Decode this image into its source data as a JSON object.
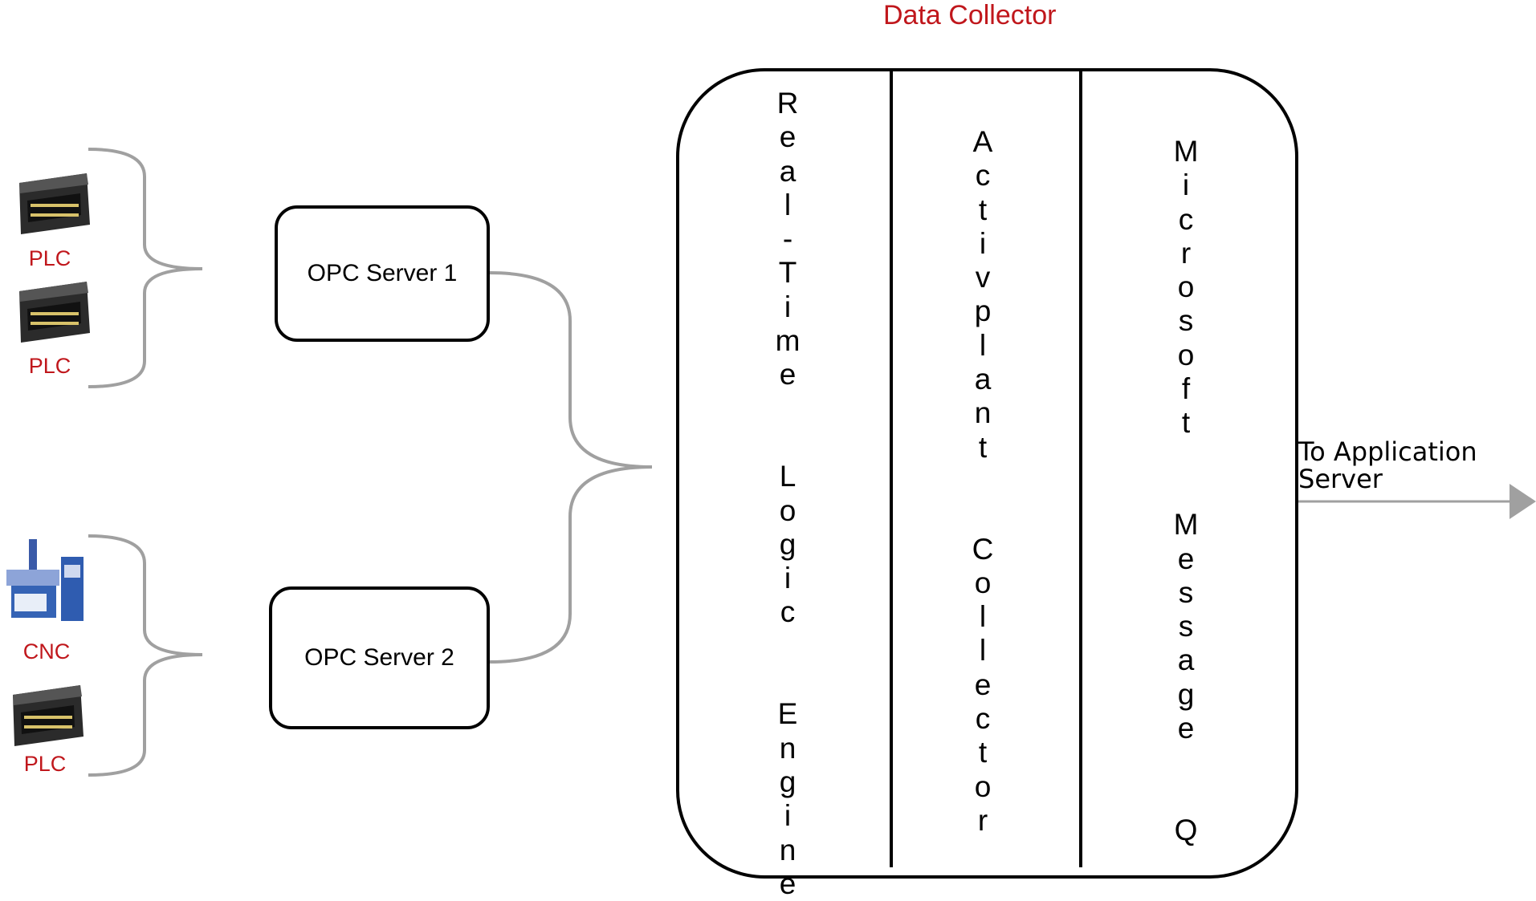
{
  "title": "Data Collector",
  "devices": [
    {
      "label": "PLC",
      "icon": "plc-icon"
    },
    {
      "label": "PLC",
      "icon": "plc-icon"
    },
    {
      "label": "CNC",
      "icon": "cnc-machine-icon"
    },
    {
      "label": "PLC",
      "icon": "plc-icon"
    }
  ],
  "servers": [
    {
      "label": "OPC Server 1"
    },
    {
      "label": "OPC Server 2"
    }
  ],
  "collector_columns": [
    {
      "text": "Real-Time  Logic  Engine"
    },
    {
      "text": "Activplant  Collector"
    },
    {
      "text": "Microsoft  Message  Q"
    }
  ],
  "output": {
    "label_line1": "To Application",
    "label_line2": "Server"
  },
  "colors": {
    "accent": "#c0171c",
    "connector": "#a0a0a0",
    "stroke": "#000000"
  }
}
